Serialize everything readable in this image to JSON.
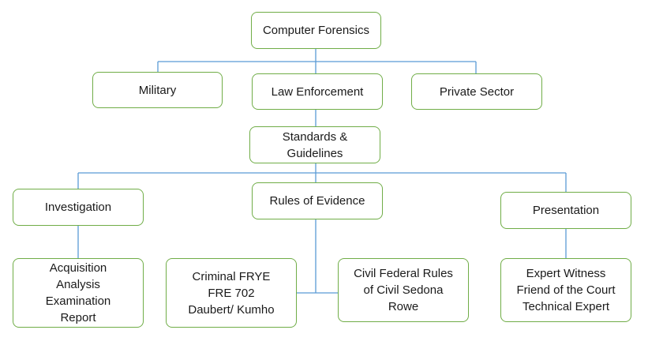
{
  "colors": {
    "node_border": "#70AD47",
    "connector": "#5B9BD5",
    "text": "#1a1a1a"
  },
  "nodes": {
    "root": "Computer Forensics",
    "military": "Military",
    "law_enforcement": "Law Enforcement",
    "private_sector": "Private Sector",
    "standards": "Standards &\nGuidelines",
    "investigation": "Investigation",
    "rules_of_evidence": "Rules of Evidence",
    "presentation": "Presentation",
    "acquisition": "Acquisition\nAnalysis\nExamination\nReport",
    "criminal": "Criminal FRYE\nFRE 702\nDaubert/ Kumho",
    "civil": "Civil Federal Rules\nof Civil Sedona\nRowe",
    "expert": "Expert Witness\nFriend of the Court\nTechnical Expert"
  }
}
